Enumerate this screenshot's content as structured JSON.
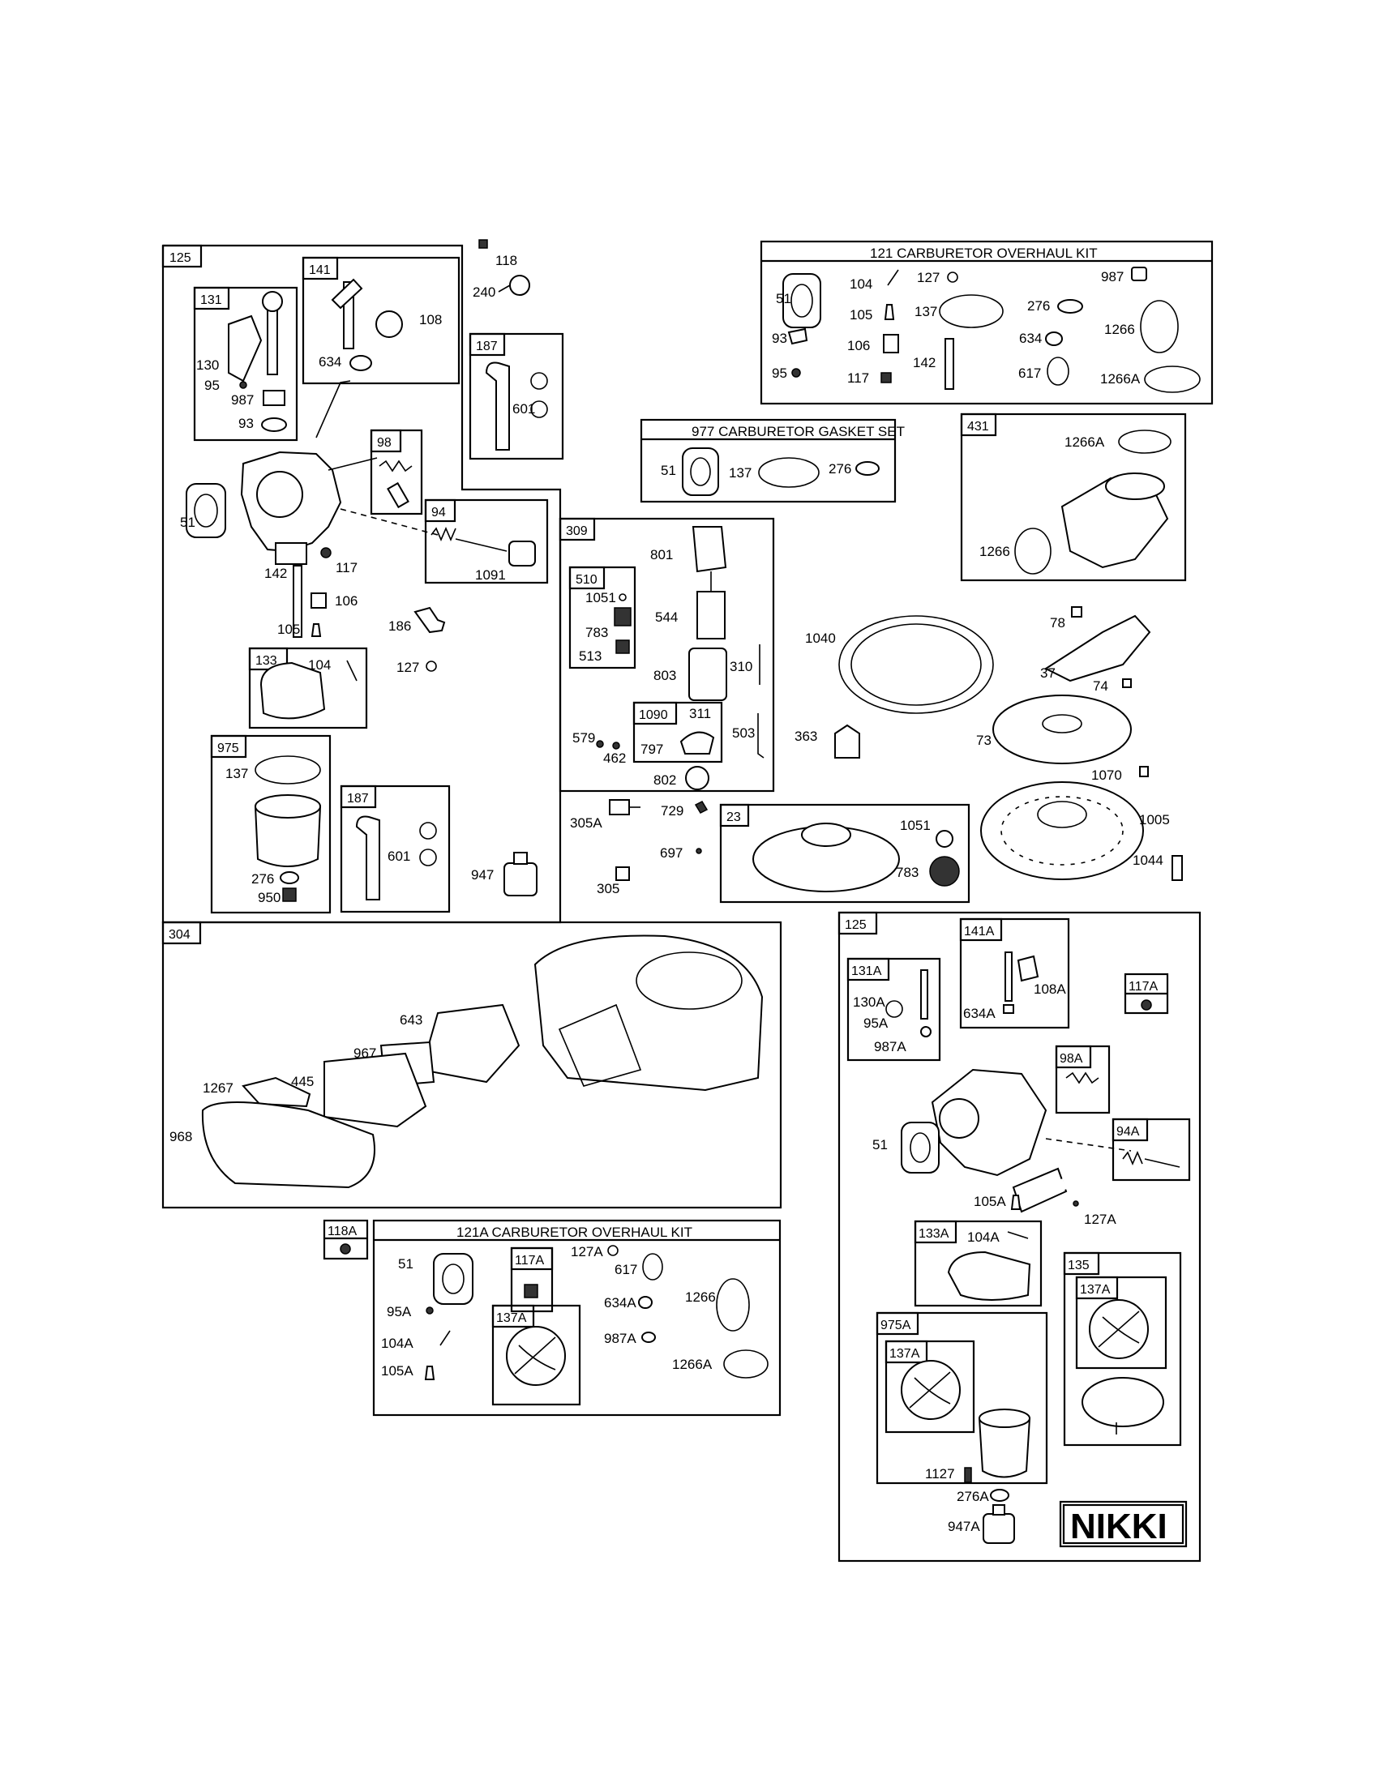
{
  "groups": {
    "g125": "125",
    "g131": "131",
    "g141": "141",
    "g187a": "187",
    "g98": "98",
    "g94": "94",
    "g133": "133",
    "g975": "975",
    "g187b": "187",
    "g309": "309",
    "g510": "510",
    "g1090": "1090",
    "g23": "23",
    "g431": "431",
    "g304": "304",
    "g118A": "118A",
    "g117A": "117A",
    "g137Aa": "137A",
    "g125b": "125",
    "g131A": "131A",
    "g141A": "141A",
    "g117Ab": "117A",
    "g98A": "98A",
    "g94A": "94A",
    "g133A": "133A",
    "g135": "135",
    "g137Ab": "137A",
    "g975A": "975A",
    "g137Ac": "137A"
  },
  "kits": {
    "k121": "121 CARBURETOR OVERHAUL KIT",
    "k977": "977 CARBURETOR GASKET SET",
    "k121A": "121A CARBURETOR OVERHAUL KIT"
  },
  "brand": {
    "big": "NIKKI",
    "small": "NIKKI"
  },
  "labels": {
    "p118": "118",
    "p240": "240",
    "p130": "130",
    "p95a": "95",
    "p987a": "987",
    "p93a": "93",
    "p108": "108",
    "p634a": "634",
    "p601a": "601",
    "p51a": "51",
    "p117a": "117",
    "p142a": "142",
    "p106a": "106",
    "p105a": "105",
    "p1091": "1091",
    "p186": "186",
    "p127a": "127",
    "p104a": "104",
    "p137a": "137",
    "p276a": "276",
    "p950": "950",
    "p601b": "601",
    "p947": "947",
    "k51": "51",
    "k104": "104",
    "k127": "127",
    "k987": "987",
    "k105": "105",
    "k137": "137",
    "k276": "276",
    "k1266": "1266",
    "k93": "93",
    "k106": "106",
    "k634": "634",
    "k95": "95",
    "k117": "117",
    "k142": "142",
    "k617": "617",
    "k1266A": "1266A",
    "g51": "51",
    "g137": "137",
    "g276": "276",
    "p1266A": "1266A",
    "p1266": "1266",
    "p801": "801",
    "p1051a": "1051",
    "p544": "544",
    "p783a": "783",
    "p513": "513",
    "p803": "803",
    "p310": "310",
    "p311": "311",
    "p579": "579",
    "p797": "797",
    "p462": "462",
    "p503": "503",
    "p802": "802",
    "p1040": "1040",
    "p78": "78",
    "p37": "37",
    "p74": "74",
    "p363": "363",
    "p73": "73",
    "p1070": "1070",
    "p305A": "305A",
    "p729": "729",
    "p697": "697",
    "p305": "305",
    "p1051b": "1051",
    "p783b": "783",
    "p1005": "1005",
    "p1044": "1044",
    "p643": "643",
    "p967": "967",
    "p1267": "1267",
    "p445": "445",
    "p968": "968",
    "a51": "51",
    "a127A": "127A",
    "a617": "617",
    "a95A": "95A",
    "a634A": "634A",
    "a1266": "1266",
    "a104A": "104A",
    "a987A": "987A",
    "a105A": "105A",
    "a1266A": "1266A",
    "b130A": "130A",
    "b95A": "95A",
    "b987A": "987A",
    "b108A": "108A",
    "b634A": "634A",
    "b51": "51",
    "b105A": "105A",
    "b127A": "127A",
    "b104A": "104A",
    "b1127": "1127",
    "b276A": "276A",
    "b947A": "947A"
  }
}
